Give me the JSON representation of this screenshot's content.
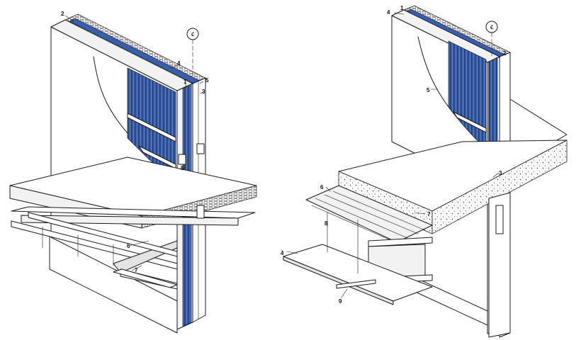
{
  "colors": {
    "insulation_blue": "#3a5fa8",
    "insulation_dark": "#22407e",
    "line": "#1a1a1a",
    "concrete": "#d9d9d9"
  },
  "centerline_symbol": "℄",
  "left_detail": {
    "callouts": [
      {
        "id": "2",
        "label": "2"
      },
      {
        "id": "4",
        "label": "4"
      },
      {
        "id": "1",
        "label": "1"
      },
      {
        "id": "5",
        "label": "5"
      },
      {
        "id": "3",
        "label": "3"
      },
      {
        "id": "8",
        "label": "8"
      },
      {
        "id": "6",
        "label": "6"
      },
      {
        "id": "7",
        "label": "7"
      }
    ]
  },
  "right_detail": {
    "callouts": [
      {
        "id": "4",
        "label": "4"
      },
      {
        "id": "1",
        "label": "1"
      },
      {
        "id": "2",
        "label": "2"
      },
      {
        "id": "5",
        "label": "5"
      },
      {
        "id": "3",
        "label": "3"
      },
      {
        "id": "6",
        "label": "6"
      },
      {
        "id": "7",
        "label": "7"
      },
      {
        "id": "8",
        "label": "8"
      },
      {
        "id": "4b",
        "label": "4"
      },
      {
        "id": "9",
        "label": "9"
      }
    ]
  }
}
